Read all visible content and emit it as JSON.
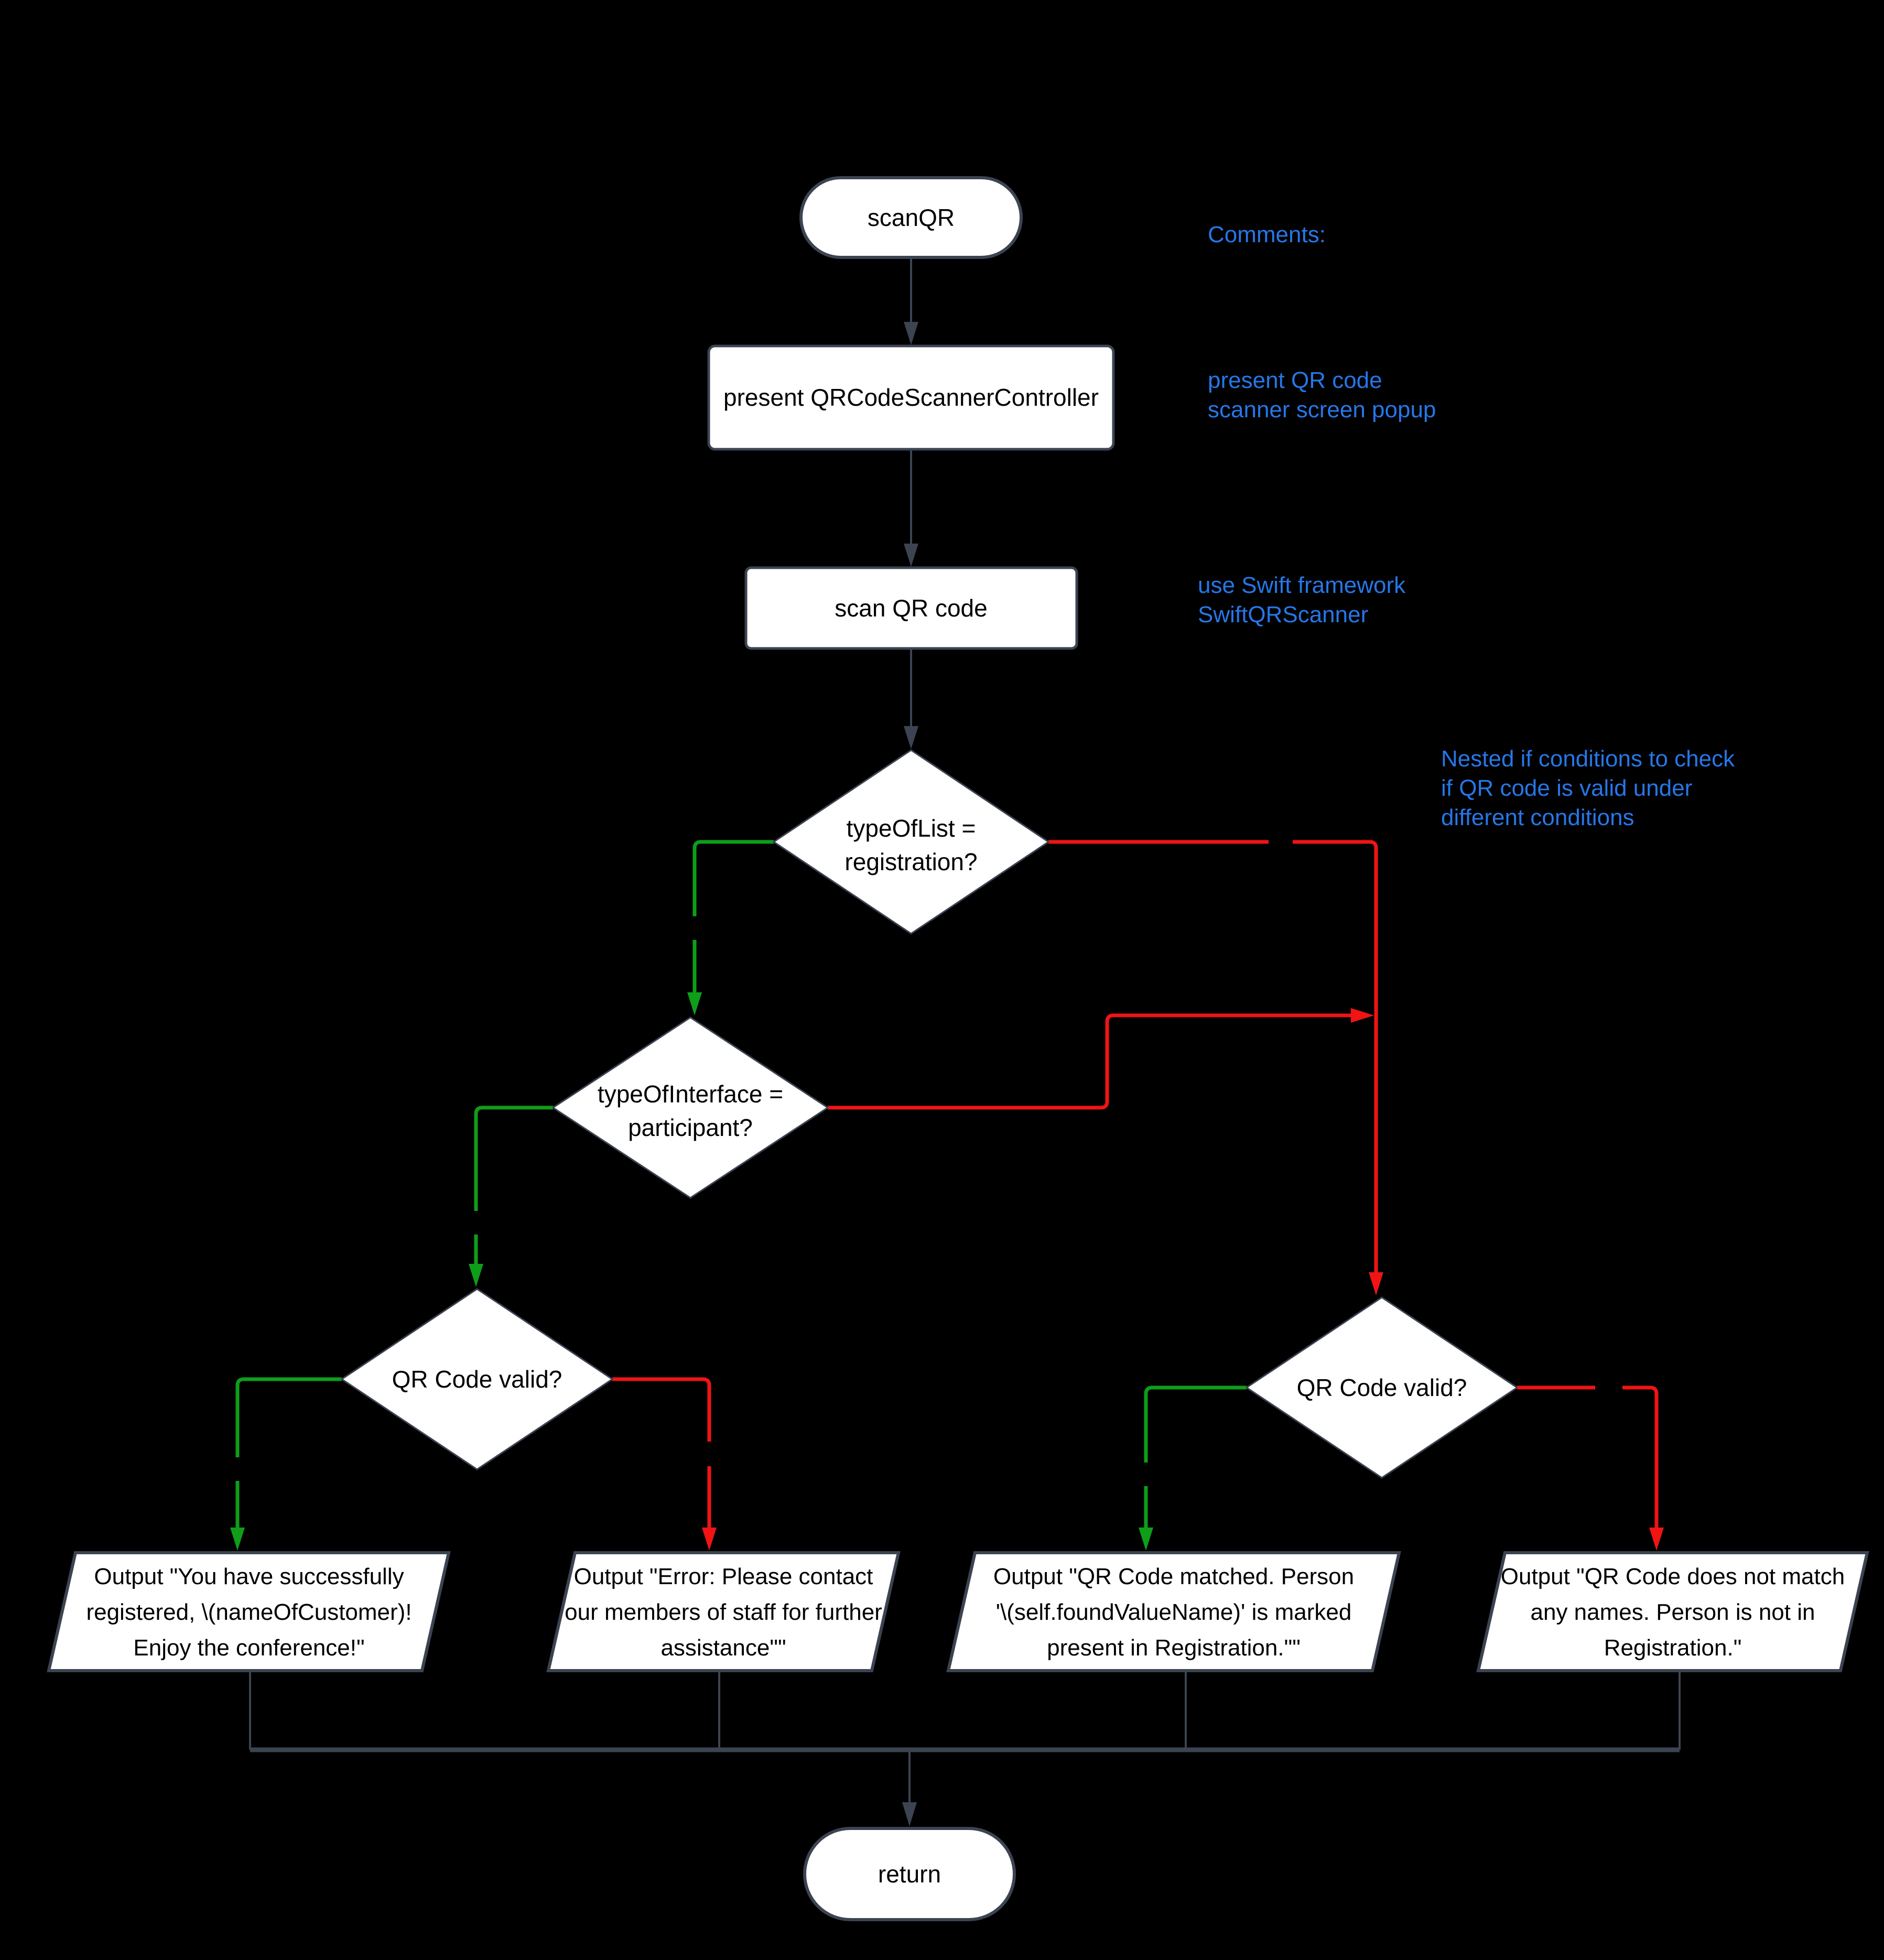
{
  "diagram": {
    "type": "flowchart",
    "colors": {
      "background": "#000000",
      "node_fill": "#ffffff",
      "node_border": "#3c4452",
      "text": "#000000",
      "yes_edge": "#0e9e19",
      "no_edge": "#f01414",
      "comment": "#2677e8"
    },
    "nodes": {
      "start": {
        "label": "scanQR"
      },
      "present_controller": {
        "label": "present QRCodeScannerController"
      },
      "scan_qr": {
        "label": "scan QR code"
      },
      "type_of_list": {
        "line1": "typeOfList =",
        "line2": "registration?"
      },
      "type_of_interface": {
        "line1": "typeOfInterface =",
        "line2": "participant?"
      },
      "qr_valid_left": {
        "label": "QR Code valid?"
      },
      "qr_valid_right": {
        "label": "QR Code valid?"
      },
      "output_success": {
        "line1": "Output \"You have successfully",
        "line2": "registered, \\(nameOfCustomer)!",
        "line3": "Enjoy the conference!\""
      },
      "output_error": {
        "line1": "Output \"Error: Please contact",
        "line2": "our members of staff for further",
        "line3": "assistance\"\""
      },
      "output_matched": {
        "line1": "Output \"QR Code matched. Person",
        "line2": "'\\(self.foundValueName)' is marked",
        "line3": "present in Registration.\"\""
      },
      "output_not_matched": {
        "line1": "Output \"QR Code does not match",
        "line2": "any names. Person is not in",
        "line3": "Registration.\""
      },
      "end": {
        "label": "return"
      }
    },
    "comments": {
      "heading": "Comments:",
      "c1_line1": "present QR code",
      "c1_line2": "scanner screen popup",
      "c2_line1": "use Swift framework",
      "c2_line2": "SwiftQRScanner",
      "c3_line1": "Nested if conditions to check",
      "c3_line2": "if QR code is valid under",
      "c3_line3": "different conditions"
    }
  }
}
